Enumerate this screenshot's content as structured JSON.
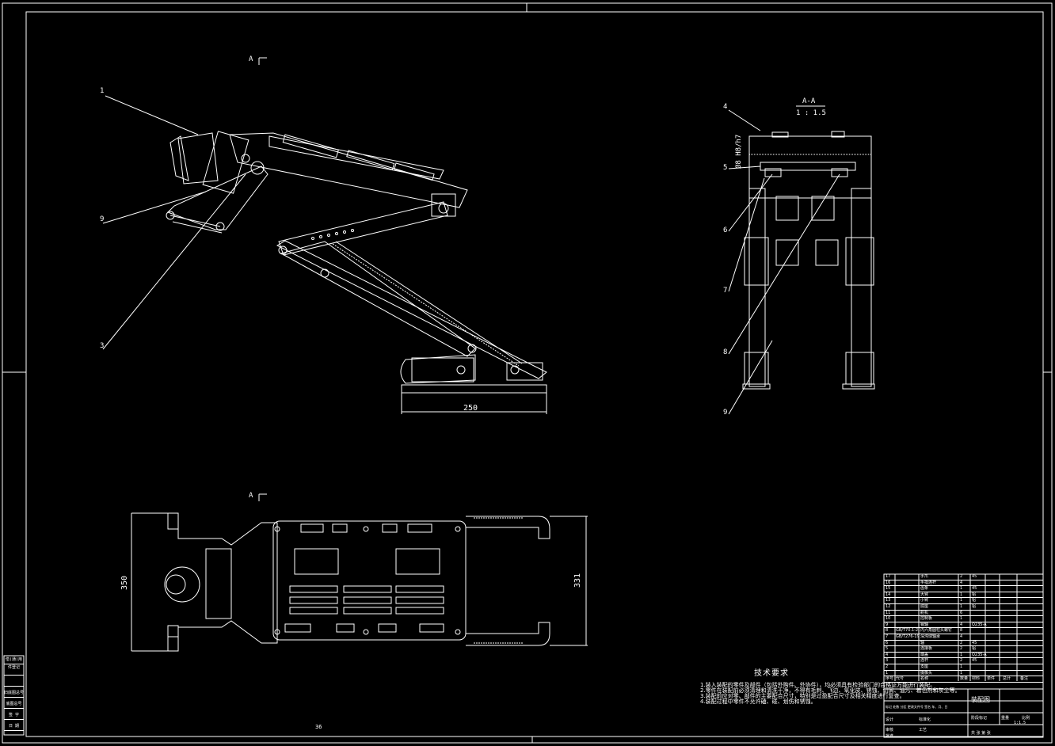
{
  "views": {
    "side_view": {
      "section_mark": "A",
      "dimension": "250",
      "part_labels": [
        "1",
        "9",
        "3"
      ]
    },
    "section_view": {
      "title": "A-A",
      "scale": "1 : 1.5",
      "fit_note": "Ø8 H8/h7",
      "part_labels": [
        "4",
        "5",
        "6",
        "7",
        "8",
        "9"
      ]
    },
    "top_view": {
      "section_mark": "A",
      "dimension_left": "350",
      "dimension_right": "331"
    }
  },
  "technical_requirements": {
    "title": "技术要求",
    "lines": [
      "1.装入装配的零件及部件（包括外购件、外协件），均必须具有检验部门的合格证方能进行装配。",
      "2.零件在装配前必须清理和清洗干净，不得有毛刺、飞边、氧化皮、锈蚀、切屑、油污、着色剂和灰尘等。",
      "3.装配前应对零、部件的主要配合尺寸，特别是过盈配合尺寸及相关精度进行复查。",
      "4.装配过程中零件不允许磕、碰、划伤和锈蚀。"
    ]
  },
  "bom": {
    "rows": [
      {
        "no": "17",
        "code": "",
        "name": "手爪",
        "qty": "2",
        "material": "45"
      },
      {
        "no": "16",
        "code": "",
        "name": "手指连杆",
        "qty": "4",
        "material": ""
      },
      {
        "no": "15",
        "code": "",
        "name": "齿条",
        "qty": "1",
        "material": "45"
      },
      {
        "no": "14",
        "code": "",
        "name": "大臂",
        "qty": "1",
        "material": "铝"
      },
      {
        "no": "13",
        "code": "",
        "name": "小臂",
        "qty": "1",
        "material": "铝"
      },
      {
        "no": "12",
        "code": "",
        "name": "底座",
        "qty": "1",
        "material": "铝"
      },
      {
        "no": "11",
        "code": "",
        "name": "舵机",
        "qty": "6",
        "material": ""
      },
      {
        "no": "10",
        "code": "",
        "name": "控制板",
        "qty": "1",
        "material": ""
      },
      {
        "no": "9",
        "code": "",
        "name": "销轴",
        "qty": "4",
        "material": "Q235-A"
      },
      {
        "no": "8",
        "code": "GB/T70.1-2000",
        "name": "内六角圆柱头螺钉",
        "qty": "8",
        "material": ""
      },
      {
        "no": "7",
        "code": "GB/T276-1994",
        "name": "深沟球轴承",
        "qty": "4",
        "material": ""
      },
      {
        "no": "6",
        "code": "",
        "name": "轴",
        "qty": "2",
        "material": "45"
      },
      {
        "no": "5",
        "code": "",
        "name": "连接板",
        "qty": "2",
        "material": "铝"
      },
      {
        "no": "4",
        "code": "",
        "name": "端盖",
        "qty": "1",
        "material": "Q235-A"
      },
      {
        "no": "3",
        "code": "",
        "name": "连杆",
        "qty": "2",
        "material": "45"
      },
      {
        "no": "2",
        "code": "",
        "name": "支座",
        "qty": "1",
        "material": ""
      },
      {
        "no": "1",
        "code": "",
        "name": "摄像头",
        "qty": "1",
        "material": ""
      }
    ],
    "header": [
      "序号",
      "代号",
      "名称",
      "数量",
      "材料",
      "单件",
      "总计",
      "备注"
    ],
    "title_block": {
      "drawing_name": "装配图",
      "scale": "1:1.5",
      "rows": [
        "标记",
        "处数",
        "分区",
        "更改文件号",
        "签名",
        "年、月、日"
      ],
      "design": "设计",
      "standard": "标准化",
      "review": "审核",
      "process": "工艺",
      "approve": "批准",
      "stage": "阶段标记",
      "weight": "重量",
      "ratio": "比例",
      "sheets": "共  张  第  张"
    }
  },
  "revision_block": [
    "借(通)用件登记",
    "",
    "",
    "旧底图总号",
    "底图总号",
    "签 字",
    "日 期"
  ],
  "page_number": "36"
}
